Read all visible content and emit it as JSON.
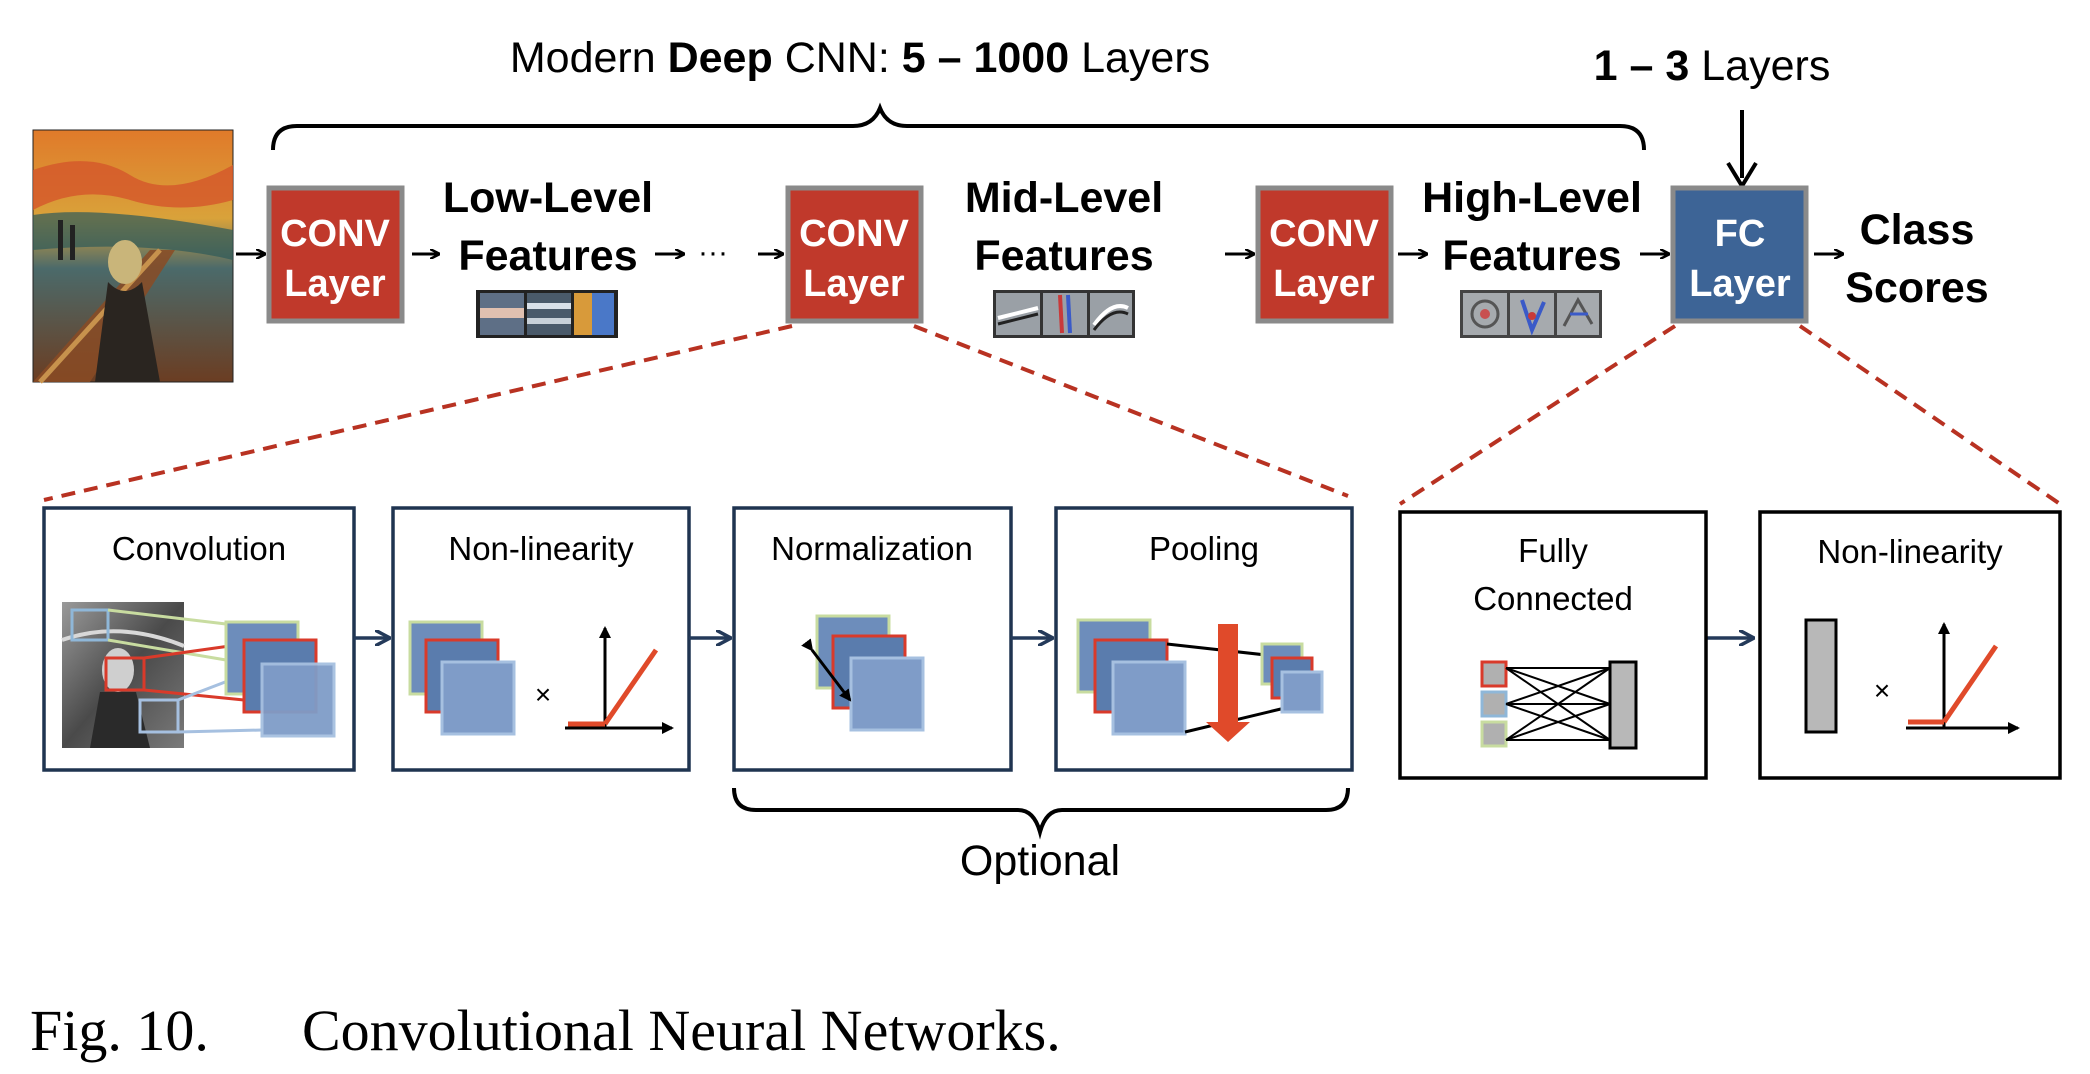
{
  "top": {
    "deep_label": {
      "prefix": "Modern ",
      "bold1": "Deep",
      "mid": " CNN: ",
      "bold2": "5 – 1000",
      "suffix": " Layers"
    },
    "fc_label": {
      "bold": "1 – 3",
      "suffix": " Layers"
    }
  },
  "pipeline": {
    "conv_line1": "CONV",
    "conv_line2": "Layer",
    "fc_line1": "FC",
    "fc_line2": "Layer",
    "ellipsis": "···",
    "low_line1": "Low-Level",
    "low_line2": "Features",
    "mid_line1": "Mid-Level",
    "mid_line2": "Features",
    "high_line1": "High-Level",
    "high_line2": "Features",
    "class_line1": "Class",
    "class_line2": "Scores"
  },
  "conv_detail": {
    "convolution": "Convolution",
    "nonlinearity": "Non-linearity",
    "normalization": "Normalization",
    "pooling": "Pooling",
    "optional": "Optional",
    "times": "×"
  },
  "fc_detail": {
    "fc_line1": "Fully",
    "fc_line2": "Connected",
    "nonlinearity": "Non-linearity",
    "times": "×"
  },
  "caption": {
    "label": "Fig. 10.",
    "text": "Convolutional Neural Networks."
  },
  "colors": {
    "conv_red": "#c0392b",
    "fc_blue": "#3d6496",
    "box_border": "#1f3450",
    "arrow_navy": "#243a5a",
    "dashed_red": "#b83222"
  }
}
